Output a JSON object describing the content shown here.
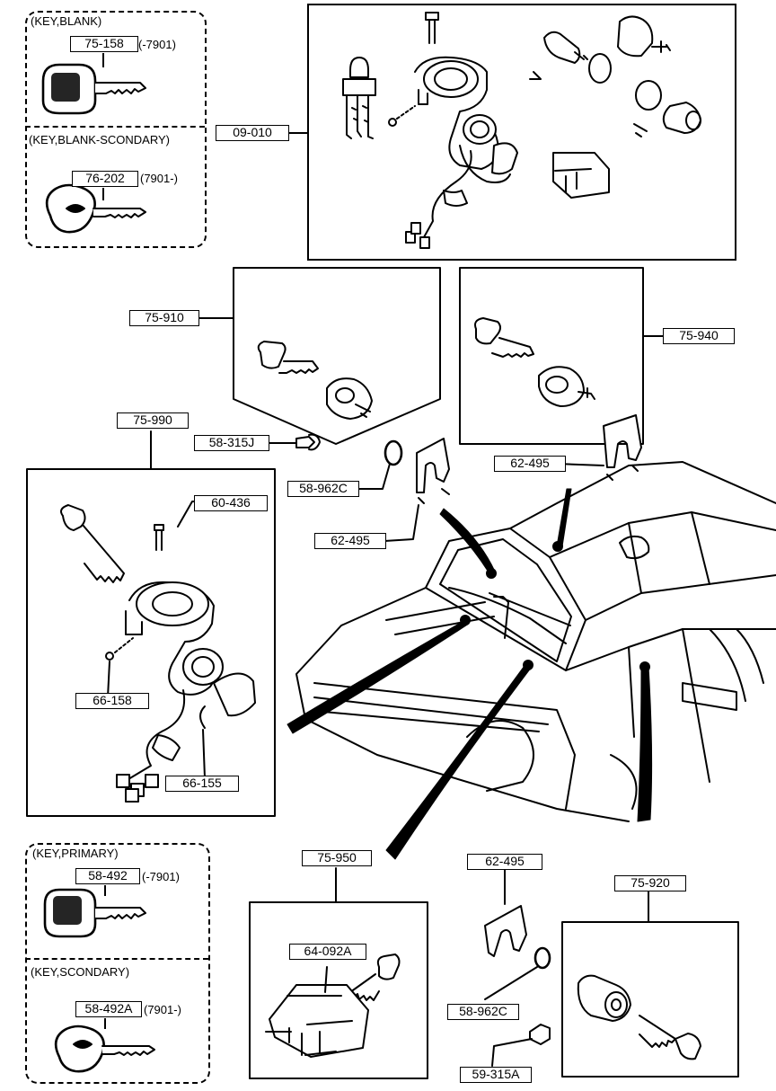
{
  "key_blank": {
    "title": "(KEY,BLANK)",
    "part": "75-158",
    "suffix": "(-7901)"
  },
  "key_blank_secondary": {
    "title": "(KEY,BLANK-SCONDARY)",
    "part": "76-202",
    "suffix": "(7901-)"
  },
  "key_primary": {
    "title": "(KEY,PRIMARY)",
    "part": "58-492",
    "suffix": "(-7901)"
  },
  "key_secondary": {
    "title": "(KEY,SCONDARY)",
    "part": "58-492A",
    "suffix": "(7901-)"
  },
  "callouts": {
    "steering_lock_set": "09-010",
    "door_lock_set_left": "75-910",
    "door_lock_set_right": "75-940",
    "steering_lock": "75-990",
    "screw_upper": "58-315J",
    "ring_upper": "58-962C",
    "clip_upper_left": "62-495",
    "clip_upper_right": "62-495",
    "bolt": "60-436",
    "washer": "66-158",
    "harness": "66-155",
    "glove_box_lock_set": "75-950",
    "glove_box_lock": "64-092A",
    "clip_lower": "62-495",
    "ring_lower": "58-962C",
    "screw_lower": "59-315A",
    "tailgate_lock_set": "75-920"
  }
}
